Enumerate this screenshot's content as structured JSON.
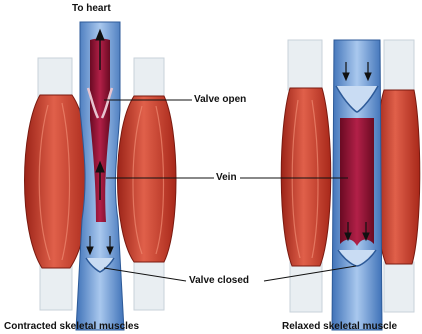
{
  "labels": {
    "to_heart": "To heart",
    "valve_open": "Valve open",
    "vein": "Vein",
    "valve_closed": "Valve closed"
  },
  "captions": {
    "left": "Contracted skeletal muscles",
    "right": "Relaxed skeletal muscle"
  },
  "colors": {
    "muscle": "#c63a2a",
    "muscle_light": "#e6705a",
    "tendon": "#e9eef2",
    "vein_wall": "#5c8fd0",
    "vein_light": "#a9c8ee",
    "blood": "#8e1030",
    "leader": "#111111"
  }
}
